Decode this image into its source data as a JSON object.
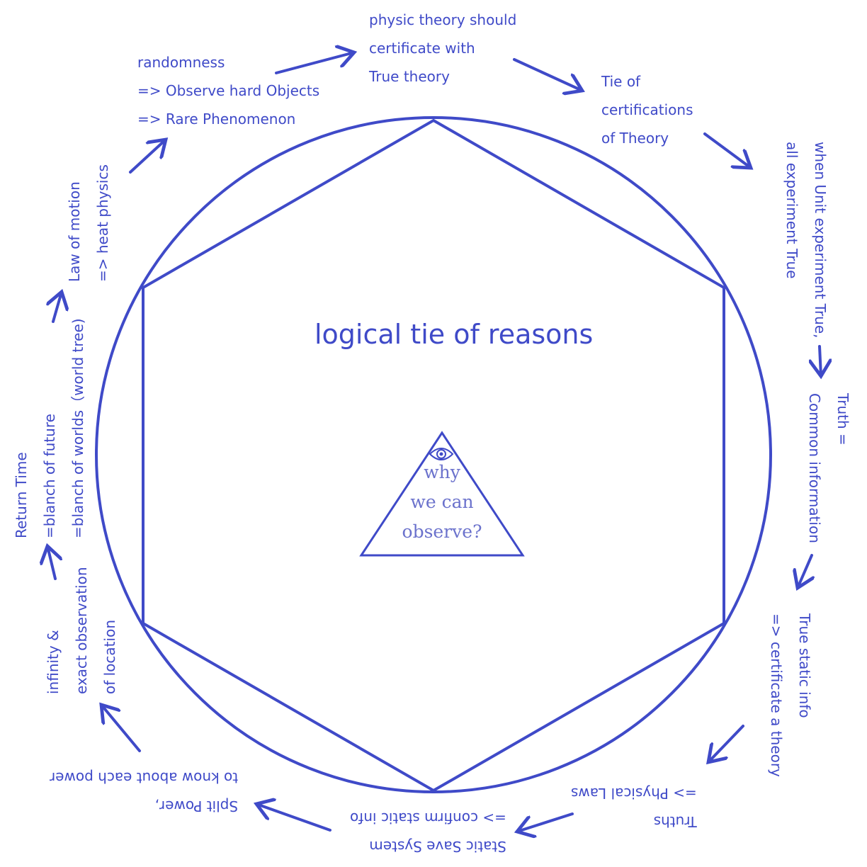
{
  "diagram": {
    "title": "logical tie of reasons",
    "center": {
      "icon": "eye-icon",
      "lines": [
        "why",
        "we can",
        "observe?"
      ]
    },
    "labels": {
      "top": [
        "physic theory should",
        "certificate with",
        "True theory"
      ],
      "top_right": [
        "Tie of",
        "certifications",
        "of Theory"
      ],
      "right_upper": [
        "when Unit experiment True,",
        "all experiment True"
      ],
      "right_mid": [
        "Truth =",
        "Common information"
      ],
      "right_lower": [
        "True static info",
        "=> certificate a theory"
      ],
      "bottom_right": [
        "Truths",
        "=> Physical Laws"
      ],
      "bottom": [
        "Static Save System",
        "=> confirm static info"
      ],
      "bottom_left": [
        "Split Power,",
        "to know about each power"
      ],
      "left_lower": [
        "infinity &",
        "exact observation",
        "of location"
      ],
      "left_mid": [
        "Return Time",
        "=blanch of future",
        "=blanch of worlds（world tree)"
      ],
      "left_upper": [
        "Law of motion",
        "=> heat physics"
      ],
      "top_left": [
        "randomness",
        "=> Observe hard Objects",
        "=> Rare Phenomenon"
      ]
    },
    "colors": {
      "stroke": "#3f4ac8",
      "text": "#3f4ac8",
      "triangle_text": "#6b72cc"
    }
  }
}
